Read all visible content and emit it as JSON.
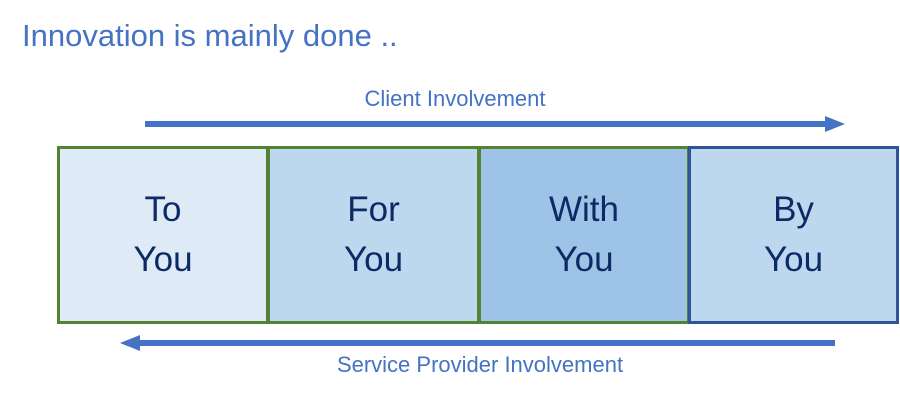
{
  "title": "Innovation is mainly done ..",
  "top_arrow_label": "Client Involvement",
  "bottom_arrow_label": "Service Provider Involvement",
  "boxes": [
    {
      "line1": "To",
      "line2": "You",
      "fill": "#deebf7",
      "border": "#548235"
    },
    {
      "line1": "For",
      "line2": "You",
      "fill": "#bdd7ee",
      "border": "#548235"
    },
    {
      "line1": "With",
      "line2": "You",
      "fill": "#9dc3e6",
      "border": "#548235"
    },
    {
      "line1": "By",
      "line2": "You",
      "fill": "#bdd7ee",
      "border": "#2f5597"
    }
  ],
  "colors": {
    "accent": "#4472c4",
    "text": "#0b2a66"
  }
}
